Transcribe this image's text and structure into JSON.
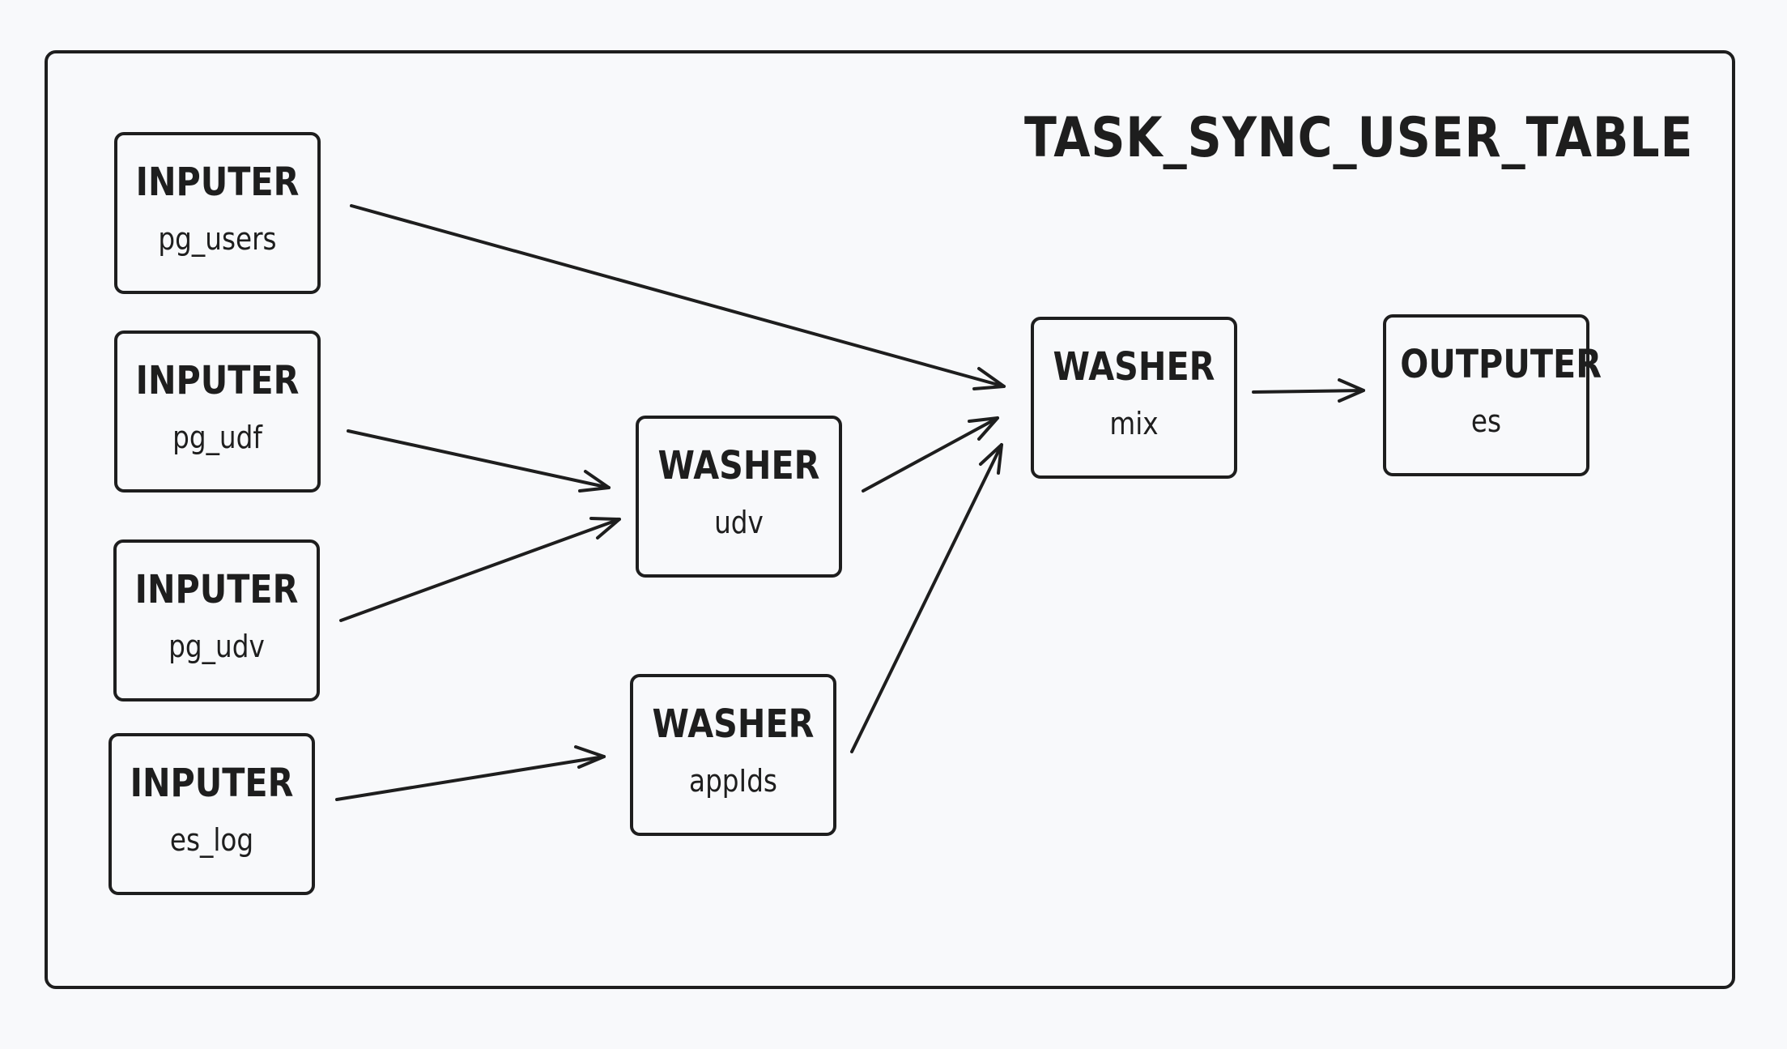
{
  "diagram": {
    "title": "TASK_SYNC_USER_TABLE",
    "nodes": [
      {
        "id": "n-pg-users",
        "kind": "INPUTER",
        "name": "pg_users"
      },
      {
        "id": "n-pg-udf",
        "kind": "INPUTER",
        "name": "pg_udf"
      },
      {
        "id": "n-pg-udv",
        "kind": "INPUTER",
        "name": "pg_udv"
      },
      {
        "id": "n-es-log",
        "kind": "INPUTER",
        "name": "es_log"
      },
      {
        "id": "n-w-udv",
        "kind": "WASHER",
        "name": "udv"
      },
      {
        "id": "n-w-appids",
        "kind": "WASHER",
        "name": "appIds"
      },
      {
        "id": "n-w-mix",
        "kind": "WASHER",
        "name": "mix"
      },
      {
        "id": "n-out-es",
        "kind": "OUTPUTER",
        "name": "es"
      }
    ],
    "edges": [
      {
        "from": "pg_users",
        "to": "mix"
      },
      {
        "from": "pg_udf",
        "to": "udv"
      },
      {
        "from": "pg_udv",
        "to": "udv"
      },
      {
        "from": "es_log",
        "to": "appIds"
      },
      {
        "from": "udv",
        "to": "mix"
      },
      {
        "from": "appIds",
        "to": "mix"
      },
      {
        "from": "mix",
        "to": "es"
      }
    ],
    "colors": {
      "stroke": "#1e1e1e",
      "background": "#f8f9fb"
    }
  }
}
